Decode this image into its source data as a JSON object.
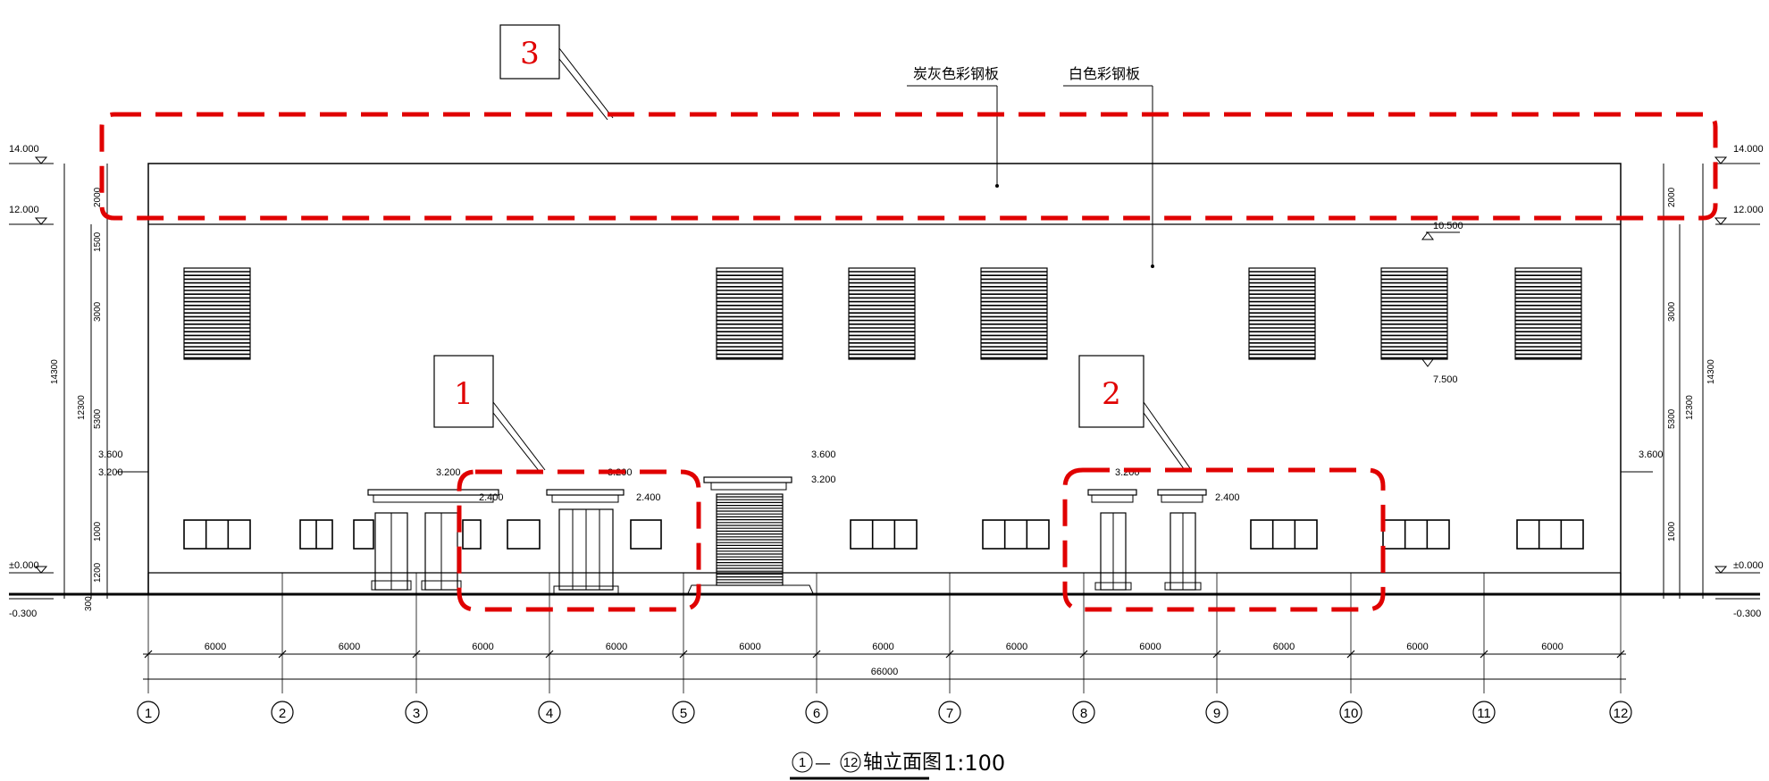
{
  "drawing_title": {
    "axis_from": "1",
    "dash": "—",
    "axis_to": "12",
    "name": "轴立面图",
    "scale": "1:100"
  },
  "material_labels": {
    "dark_gray_panel": "炭灰色彩钢板",
    "white_panel": "白色彩钢板"
  },
  "callouts": [
    "1",
    "2",
    "3"
  ],
  "axis_labels": [
    "1",
    "2",
    "3",
    "4",
    "5",
    "6",
    "7",
    "8",
    "9",
    "10",
    "11",
    "12"
  ],
  "bay_dimensions": [
    "6000",
    "6000",
    "6000",
    "6000",
    "6000",
    "6000",
    "6000",
    "6000",
    "6000",
    "6000",
    "6000"
  ],
  "total_dimension": "66000",
  "elevations": {
    "left": [
      "14.000",
      "12.000",
      "3.600",
      "3.200",
      "±0.000",
      "-0.300"
    ],
    "right": [
      "14.000",
      "12.000",
      "3.600",
      "±0.000",
      "-0.300"
    ],
    "window_top": "10.500",
    "window_bottom": "7.500",
    "canopy_levels": [
      "3.200",
      "2.400",
      "3.200",
      "2.400",
      "3.600",
      "3.200",
      "3.200",
      "2.400"
    ]
  },
  "vertical_dimensions": {
    "outer": [
      "14300"
    ],
    "inner": [
      "12300"
    ],
    "segments": [
      "2000",
      "1500",
      "3000",
      "5300",
      "1000",
      "1200",
      "300"
    ]
  },
  "colors": {
    "line": "#000000",
    "highlight": "#e00000"
  }
}
